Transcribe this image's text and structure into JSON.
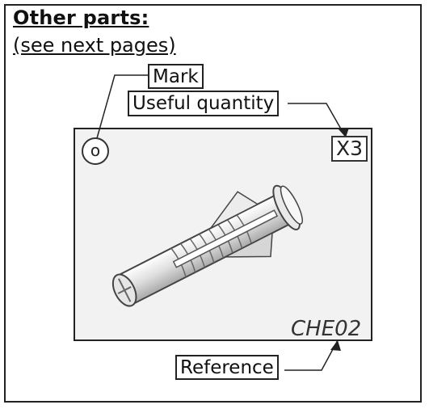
{
  "header": {
    "title": "Other parts:",
    "subtitle": "(see next pages)"
  },
  "callouts": {
    "mark": "Mark",
    "quantity": "Useful quantity",
    "reference": "Reference"
  },
  "part": {
    "mark_symbol": "o",
    "quantity": "X3",
    "reference": "CHE02",
    "icon": "wall-plug-anchor-icon"
  }
}
